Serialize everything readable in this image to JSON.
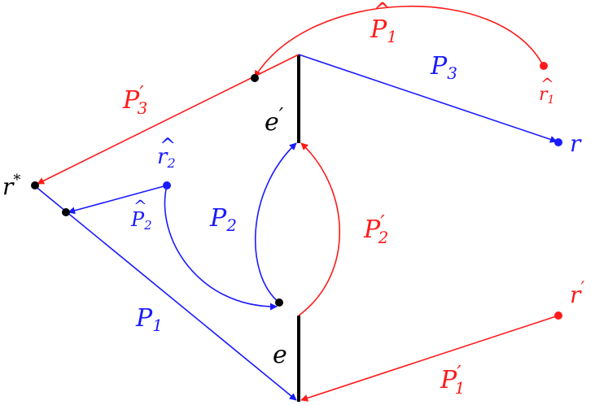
{
  "colors": {
    "blue": "#1a1aff",
    "red": "#ff1a1a",
    "black": "#000000"
  },
  "labels": {
    "p1hat": {
      "base": "P",
      "hat": "^",
      "sub": "1"
    },
    "p3": {
      "base": "P",
      "sub": "3"
    },
    "r1hat": {
      "base": "r",
      "hat": "^",
      "sub": "1"
    },
    "p3prime": {
      "base": "P",
      "prime": "′",
      "sub": "3"
    },
    "eprime": {
      "base": "e",
      "prime": "′"
    },
    "r": {
      "base": "r"
    },
    "r2hat": {
      "base": "r",
      "hat": "^",
      "sub": "2"
    },
    "rstar": {
      "base": "r",
      "sup": "*"
    },
    "p2hat": {
      "base": "P",
      "hat": "^",
      "sub": "2"
    },
    "p2": {
      "base": "P",
      "sub": "2"
    },
    "p2prime": {
      "base": "P",
      "prime": "′",
      "sub": "2"
    },
    "rprime": {
      "base": "r",
      "prime": "′"
    },
    "p1": {
      "base": "P",
      "sub": "1"
    },
    "e": {
      "base": "e"
    },
    "p1prime": {
      "base": "P",
      "prime": "′",
      "sub": "1"
    }
  }
}
